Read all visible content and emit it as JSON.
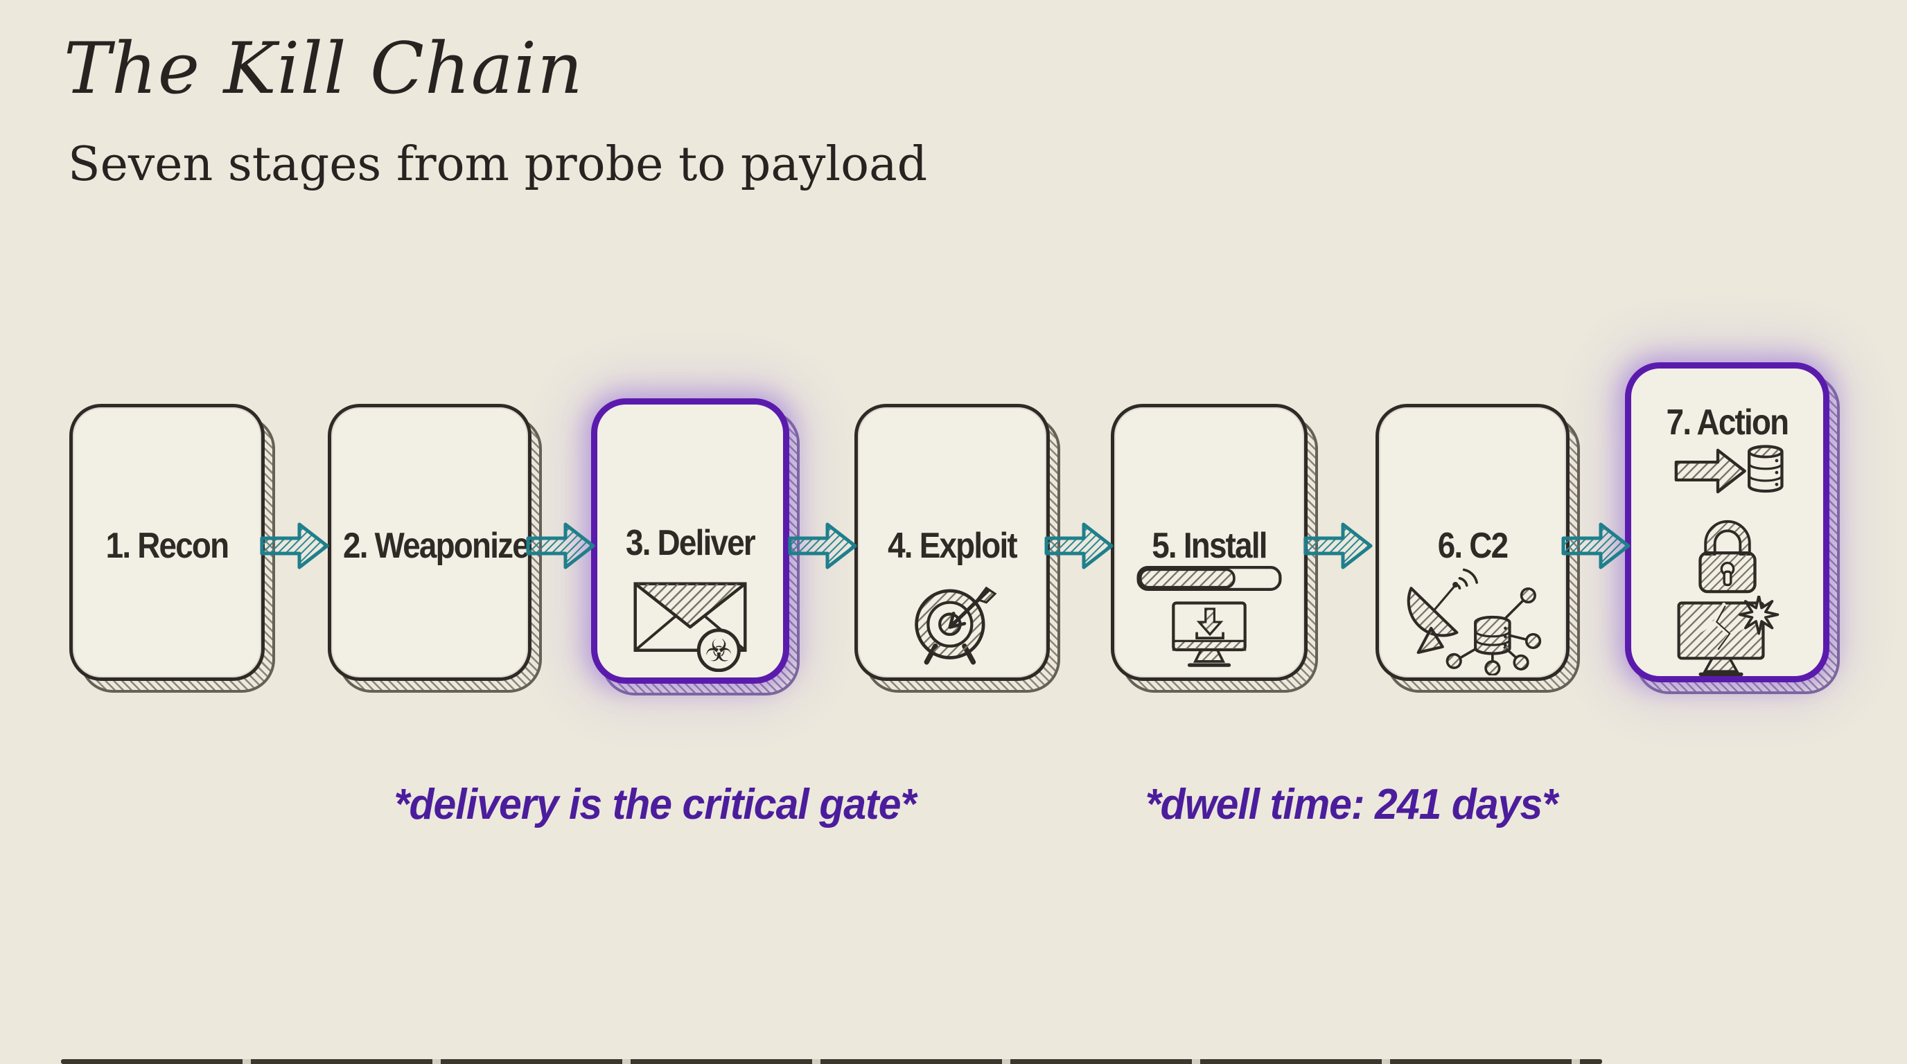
{
  "title": "The Kill Chain",
  "subtitle": "Seven stages from probe to payload",
  "colors": {
    "background": "#ECE8DC",
    "ink": "#2E2A25",
    "arrow_teal": "#1F7F8B",
    "highlight_purple": "#5A1BAD",
    "annotation_purple": "#4B1D9C"
  },
  "stages": [
    {
      "label": "1. Recon",
      "highlighted": false,
      "icons": []
    },
    {
      "label": "2. Weaponize",
      "highlighted": false,
      "icons": []
    },
    {
      "label": "3. Deliver",
      "highlighted": true,
      "icons": [
        "malicious-email-icon",
        "biohazard-icon"
      ]
    },
    {
      "label": "4. Exploit",
      "highlighted": false,
      "icons": [
        "target-arrow-icon"
      ]
    },
    {
      "label": "5. Install",
      "highlighted": false,
      "icons": [
        "progress-bar",
        "download-monitor-icon"
      ]
    },
    {
      "label": "6. C2",
      "highlighted": false,
      "icons": [
        "satellite-dish-icon",
        "network-hub-icon"
      ]
    },
    {
      "label": "7. Action",
      "highlighted": true,
      "icons": [
        "data-exfiltration-icon",
        "padlock-icon",
        "broken-monitor-icon"
      ]
    }
  ],
  "annotations": [
    {
      "text": "*delivery is the critical gate*"
    },
    {
      "text": "*dwell time: 241 days*"
    }
  ]
}
